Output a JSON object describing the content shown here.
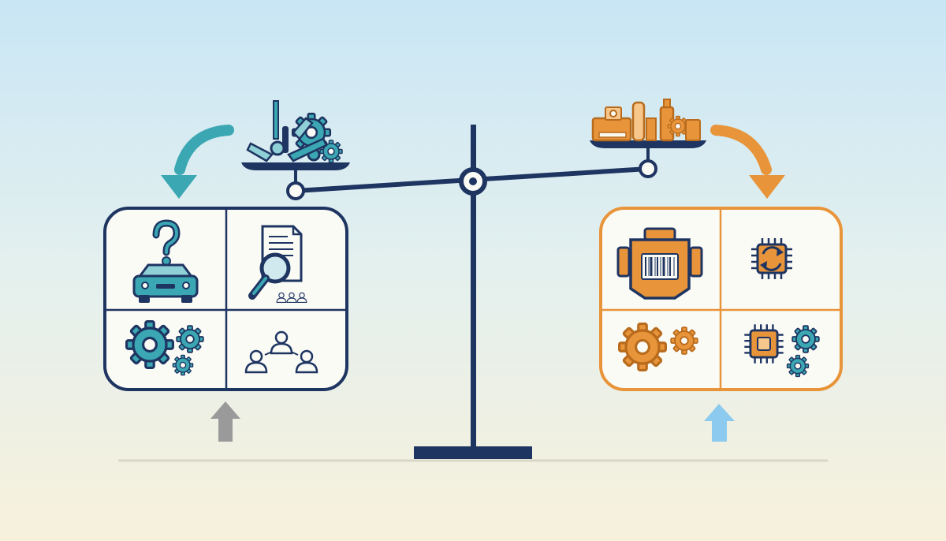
{
  "colors": {
    "navy": "#1e3461",
    "teal": "#3aa7b3",
    "teal_light": "#8fd0d6",
    "orange": "#e8943a",
    "orange_light": "#f6c68a",
    "gray_arrow": "#9a9a9a",
    "blue_arrow": "#8ccbef",
    "panel_fill": "#fbfbf6"
  },
  "scale": {
    "beam_tilt": "left-pan-lower",
    "left_pan": {
      "contents": [
        "wrench-icon",
        "gear-icon",
        "chain-icon",
        "tool-pile-icon"
      ]
    },
    "right_pan": {
      "contents": [
        "engine-block-icon",
        "oil-can-icon",
        "piston-icon",
        "gear-icon"
      ]
    }
  },
  "left_panel": {
    "theme": "teal",
    "cells": [
      {
        "name": "car-question-cell",
        "icons": [
          "question-mark-icon",
          "car-icon"
        ]
      },
      {
        "name": "document-search-cell",
        "icons": [
          "document-icon",
          "magnifier-icon",
          "small-users-icon"
        ]
      },
      {
        "name": "gears-cell",
        "icons": [
          "gear-icon",
          "gear-icon",
          "gear-icon"
        ]
      },
      {
        "name": "team-cell",
        "icons": [
          "user-icon",
          "user-icon",
          "user-icon"
        ]
      }
    ],
    "feed_arrow": "curved-arrow-left-icon",
    "bottom_arrow": "up-arrow-gray-icon"
  },
  "right_panel": {
    "theme": "orange",
    "cells": [
      {
        "name": "engine-cell",
        "icons": [
          "engine-icon",
          "barcode-icon"
        ]
      },
      {
        "name": "chip-sync-cell",
        "icons": [
          "chip-icon",
          "sync-icon"
        ]
      },
      {
        "name": "gears-cell",
        "icons": [
          "gear-icon",
          "gear-icon"
        ]
      },
      {
        "name": "chip-gears-cell",
        "icons": [
          "chip-icon",
          "gear-icon",
          "gear-icon"
        ]
      }
    ],
    "feed_arrow": "curved-arrow-right-icon",
    "bottom_arrow": "up-arrow-blue-icon"
  }
}
